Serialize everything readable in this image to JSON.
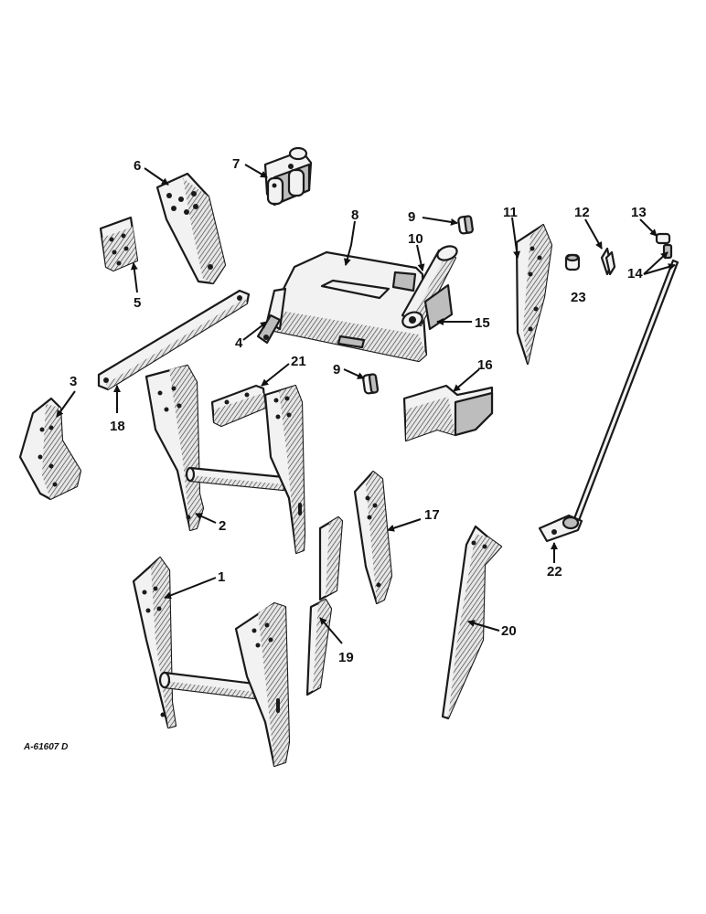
{
  "drawing_code": "A-61607 D",
  "callouts": {
    "c1": "1",
    "c2": "2",
    "c3": "3",
    "c4": "4",
    "c5": "5",
    "c6": "6",
    "c7": "7",
    "c8": "8",
    "c9a": "9",
    "c9b": "9",
    "c10": "10",
    "c11": "11",
    "c12": "12",
    "c13": "13",
    "c14": "14",
    "c15": "15",
    "c16": "16",
    "c17": "17",
    "c18": "18",
    "c19": "19",
    "c20": "20",
    "c21": "21",
    "c22": "22",
    "c23": "23"
  },
  "colors": {
    "ink": "#1a1a1a",
    "paper": "#ffffff",
    "shade": "#bdbdbd"
  }
}
